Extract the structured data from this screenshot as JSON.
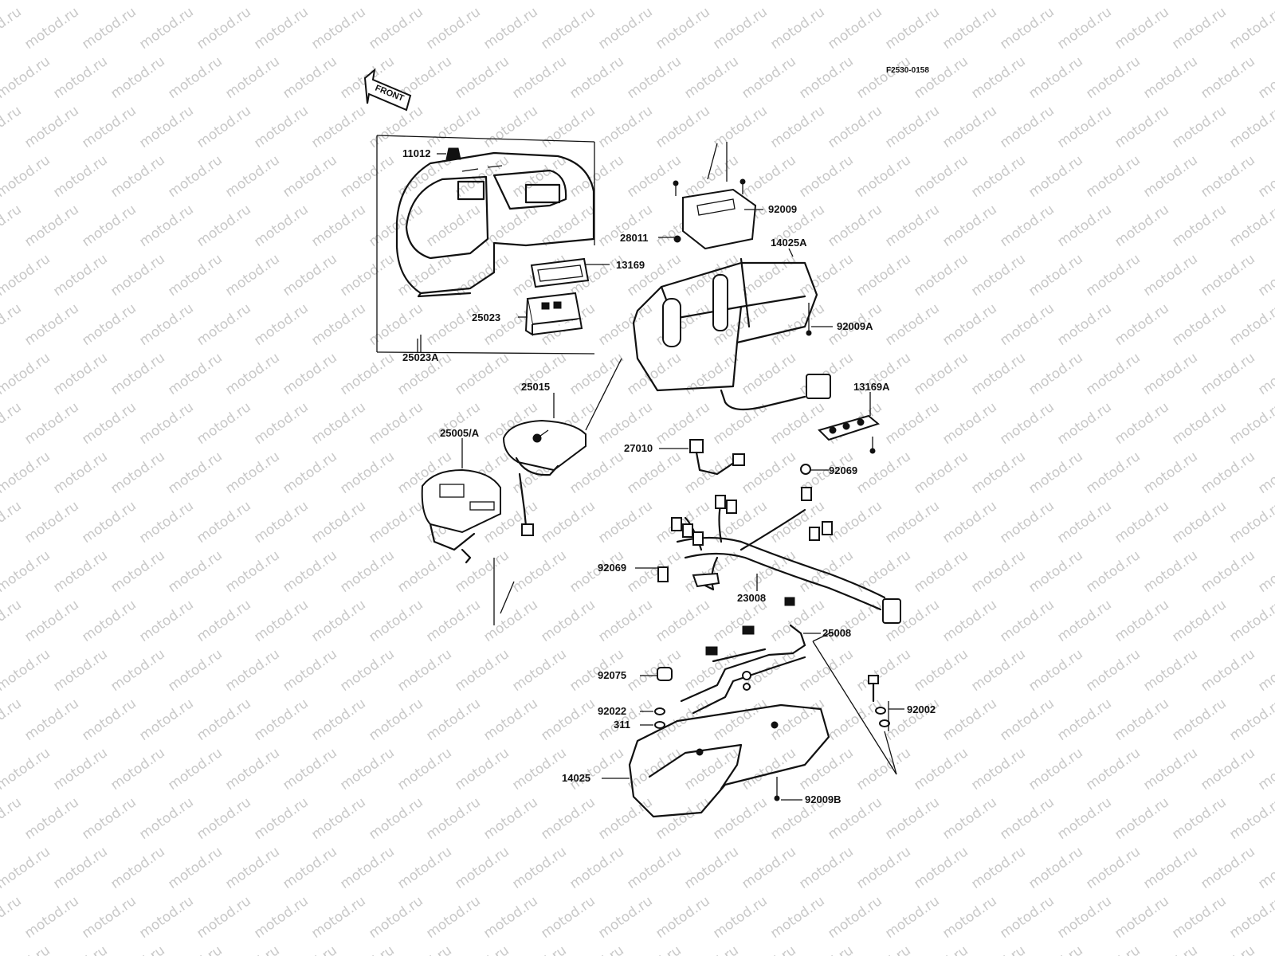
{
  "figure_id": "F2530-0158",
  "watermark_text": "motod.ru",
  "front_arrow_label": "FRONT",
  "parts": [
    {
      "key": "p11012",
      "number": "11012"
    },
    {
      "key": "p13169",
      "number": "13169"
    },
    {
      "key": "p25023",
      "number": "25023"
    },
    {
      "key": "p25023A",
      "number": "25023A"
    },
    {
      "key": "p92009",
      "number": "92009"
    },
    {
      "key": "p28011",
      "number": "28011"
    },
    {
      "key": "p14025A",
      "number": "14025A"
    },
    {
      "key": "p92009A",
      "number": "92009A"
    },
    {
      "key": "p13169A",
      "number": "13169A"
    },
    {
      "key": "p25015",
      "number": "25015"
    },
    {
      "key": "p25005A",
      "number": "25005/A"
    },
    {
      "key": "p27010",
      "number": "27010"
    },
    {
      "key": "p92069_top",
      "number": "92069"
    },
    {
      "key": "p92069_left",
      "number": "92069"
    },
    {
      "key": "p23008",
      "number": "23008"
    },
    {
      "key": "p25008",
      "number": "25008"
    },
    {
      "key": "p92075",
      "number": "92075"
    },
    {
      "key": "p92002",
      "number": "92002"
    },
    {
      "key": "p92022",
      "number": "92022"
    },
    {
      "key": "p311",
      "number": "311"
    },
    {
      "key": "p14025",
      "number": "14025"
    },
    {
      "key": "p92009B",
      "number": "92009B"
    }
  ]
}
